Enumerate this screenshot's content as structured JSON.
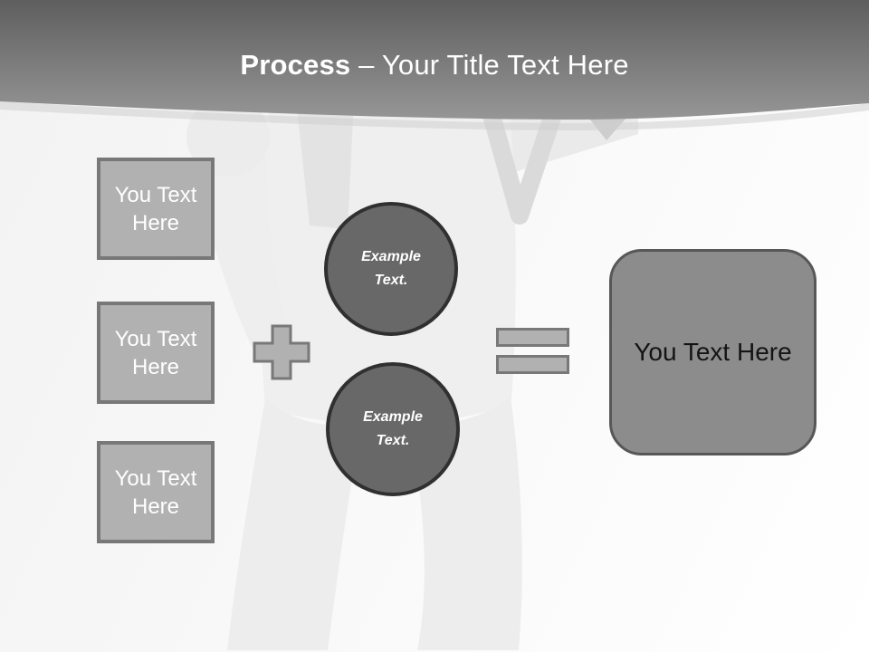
{
  "title": {
    "emphasis": "Process",
    "rest": " – Your Title Text Here"
  },
  "left_boxes": [
    {
      "label": "You Text Here"
    },
    {
      "label": "You Text Here"
    },
    {
      "label": "You Text Here"
    }
  ],
  "operators": {
    "plus_icon": "plus-shape",
    "equals_icon": "equals-shape"
  },
  "circles": [
    {
      "label": "Example Text."
    },
    {
      "label": "Example Text."
    }
  ],
  "result_box": {
    "label": "You Text Here"
  },
  "colors": {
    "header_top": "#5e5e5e",
    "header_bottom": "#969696",
    "title_text": "#ffffff",
    "box_fill": "#b1b1b1",
    "box_border": "#787878",
    "box_text": "#ffffff",
    "circle_fill": "#686868",
    "circle_border": "#303030",
    "circle_text": "#ffffff",
    "result_fill": "#8c8c8c",
    "result_border": "#575757",
    "result_text": "#141414"
  }
}
